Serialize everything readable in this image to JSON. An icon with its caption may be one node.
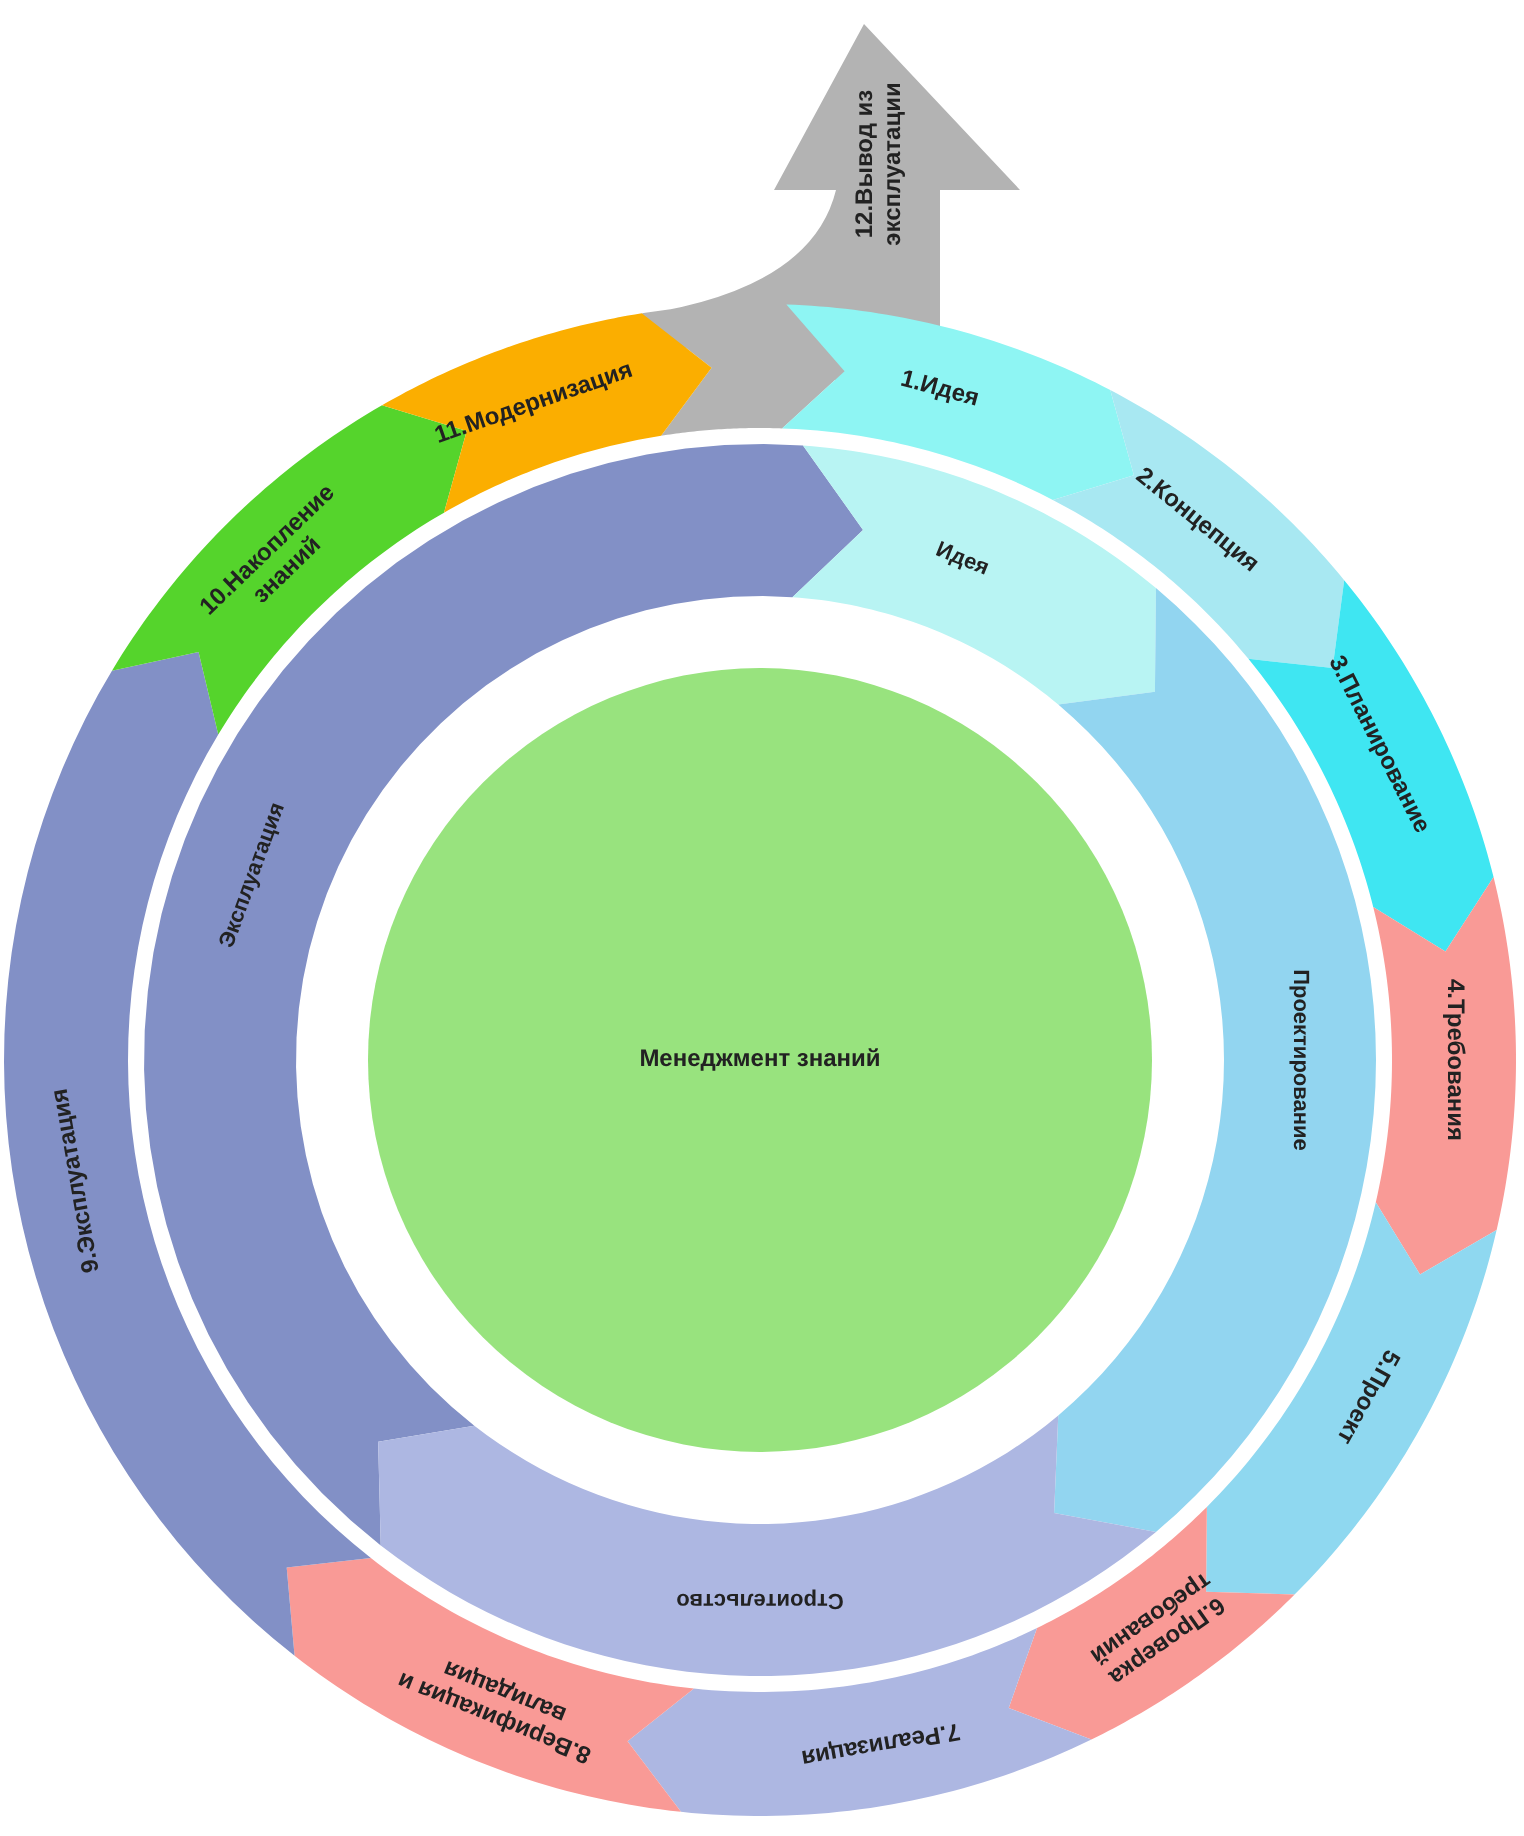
{
  "diagram": {
    "nodes": [
      {
        "text": [
          "1.Идея"
        ]
      },
      {
        "text": [
          "2.Концепция"
        ]
      },
      {
        "text": [
          "3.Планирование"
        ]
      },
      {
        "text": [
          "4.Требования"
        ]
      },
      {
        "text": [
          "5.Проект"
        ]
      },
      {
        "text": [
          "6.Проверка требований"
        ]
      },
      {
        "text": [
          "7.Реализация"
        ]
      },
      {
        "text": [
          "8.Верификация и валидация"
        ]
      },
      {
        "text": [
          "9.Эксплуатация"
        ]
      },
      {
        "text": [
          "10.Накопление знаний"
        ]
      },
      {
        "text": [
          "11.Модернизация"
        ]
      },
      {
        "text": [
          "12.Вывод из эксплуатации"
        ]
      },
      {
        "text": [
          "Идея"
        ]
      },
      {
        "text": [
          "Проектирование"
        ]
      },
      {
        "text": [
          "Строительство"
        ]
      },
      {
        "text": [
          "Эксплуатация"
        ]
      },
      {
        "text": [
          "Менеджмент знаний"
        ]
      }
    ]
  }
}
